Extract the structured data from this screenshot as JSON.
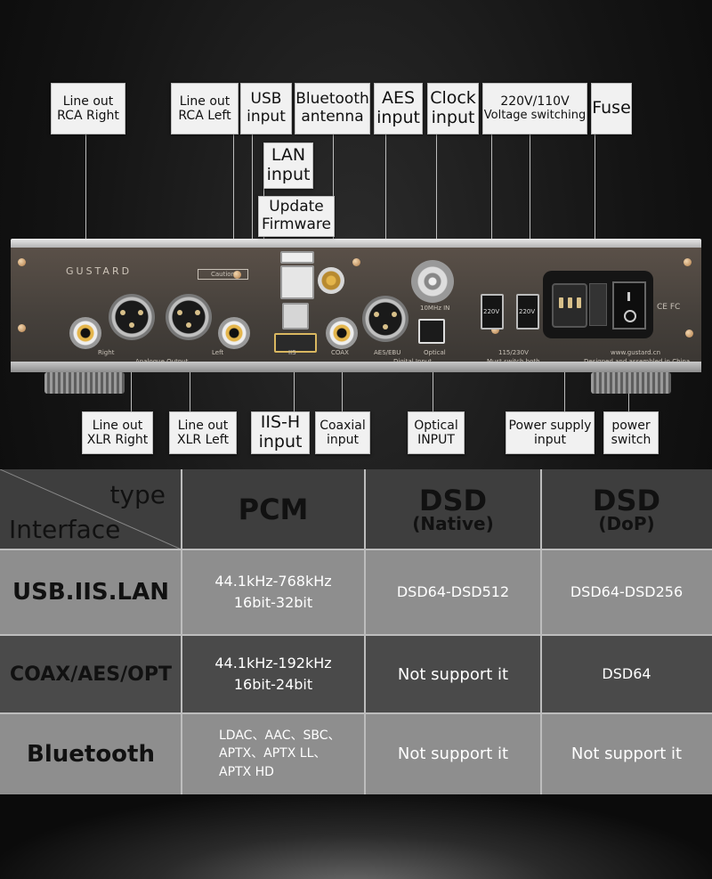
{
  "top_labels": [
    {
      "id": "line-out-rca-right",
      "lines": [
        "Line out",
        "RCA Right"
      ]
    },
    {
      "id": "line-out-rca-left",
      "lines": [
        "Line out",
        "RCA Left"
      ]
    },
    {
      "id": "usb-input",
      "lines": [
        "USB",
        "input"
      ]
    },
    {
      "id": "bluetooth-antenna",
      "lines": [
        "Bluetooth",
        "antenna"
      ]
    },
    {
      "id": "aes-input",
      "lines": [
        "AES",
        "input"
      ]
    },
    {
      "id": "clock-input",
      "lines": [
        "Clock",
        "input"
      ]
    },
    {
      "id": "voltage-switching",
      "lines": [
        "220V/110V",
        "Voltage switching"
      ]
    },
    {
      "id": "fuse",
      "lines": [
        "Fuse"
      ]
    },
    {
      "id": "lan-input",
      "lines": [
        "LAN",
        "input"
      ]
    },
    {
      "id": "update-firmware",
      "lines": [
        "Update",
        "Firmware"
      ]
    }
  ],
  "bottom_labels": [
    {
      "id": "line-out-xlr-right",
      "lines": [
        "Line out",
        "XLR Right"
      ]
    },
    {
      "id": "line-out-xlr-left",
      "lines": [
        "Line out",
        "XLR Left"
      ]
    },
    {
      "id": "iis-h-input",
      "lines": [
        "IIS-H",
        "input"
      ]
    },
    {
      "id": "coaxial-input",
      "lines": [
        "Coaxial",
        "input"
      ]
    },
    {
      "id": "optical-input",
      "lines": [
        "Optical",
        "INPUT"
      ]
    },
    {
      "id": "power-supply-input",
      "lines": [
        "Power supply",
        "input"
      ]
    },
    {
      "id": "power-switch",
      "lines": [
        "power",
        "switch"
      ]
    }
  ],
  "device": {
    "brand": "GUSTARD",
    "caution": "Caution",
    "panel_labels": {
      "right": "Right",
      "analogue_output": "Analogue Output",
      "left": "Left",
      "iis": "IIS",
      "coax": "COAX",
      "aes": "AES/EBU",
      "optical": "Optical",
      "digital_input": "Digital Input",
      "clock": "10MHz IN",
      "voltage": "115/230V",
      "must_switch": "Must switch both",
      "v1": "220V",
      "v2": "220V",
      "website": "www.gustard.cn",
      "designed": "Designed and assembled in China",
      "cert": "CE FC"
    }
  },
  "table": {
    "header": {
      "type": "type",
      "interface": "Interface",
      "columns": [
        {
          "main": "PCM",
          "sub": ""
        },
        {
          "main": "DSD",
          "sub": "(Native)"
        },
        {
          "main": "DSD",
          "sub": "(DoP)"
        }
      ]
    },
    "rows": [
      {
        "label": "USB.IIS.LAN",
        "pcm": [
          "44.1kHz-768kHz",
          "16bit-32bit"
        ],
        "native": "DSD64-DSD512",
        "dop": "DSD64-DSD256"
      },
      {
        "label": "COAX/AES/OPT",
        "pcm": [
          "44.1kHz-192kHz",
          "16bit-24bit"
        ],
        "native": "Not support it",
        "dop": "DSD64"
      },
      {
        "label": "Bluetooth",
        "pcm": [
          "LDAC、AAC、SBC、",
          "APTX、APTX LL、",
          "APTX HD"
        ],
        "native": "Not support it",
        "dop": "Not support it"
      }
    ]
  }
}
